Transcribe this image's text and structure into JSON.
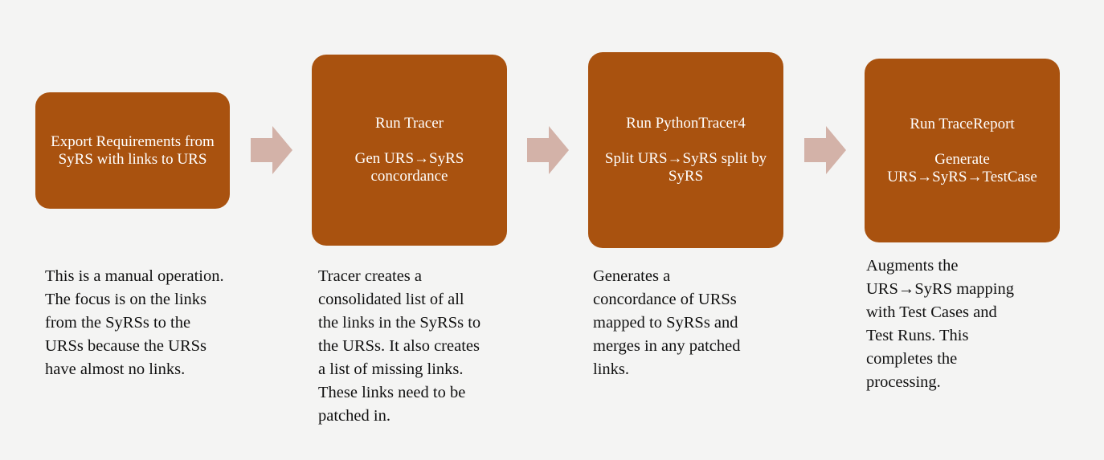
{
  "steps": [
    {
      "title": "Export Requirements from SyRS with links to URS",
      "subtitle": "",
      "description": "This is a manual operation.\nThe focus is on the links\nfrom the SyRSs to the\nURSs because the URSs\nhave almost no links."
    },
    {
      "title": "Run Tracer",
      "subtitle": "Gen URS→SyRS concordance",
      "description": "Tracer creates a\nconsolidated list of all\nthe links in the SyRSs to\nthe URSs. It also creates\na list of missing links.\nThese links need to be\npatched in."
    },
    {
      "title": "Run PythonTracer4",
      "subtitle": "Split URS→SyRS split by SyRS",
      "description": "Generates a\nconcordance of URSs\nmapped to SyRSs and\nmerges in any patched\nlinks."
    },
    {
      "title": "Run TraceReport",
      "subtitle": "Generate URS→SyRS→TestCase",
      "description": "Augments the\nURS→SyRS mapping\nwith Test Cases and\nTest Runs. This\ncompletes the\nprocessing."
    }
  ],
  "colors": {
    "box_fill": "#a9520f",
    "arrow_fill": "#d3b2a8",
    "background": "#f4f4f3"
  }
}
